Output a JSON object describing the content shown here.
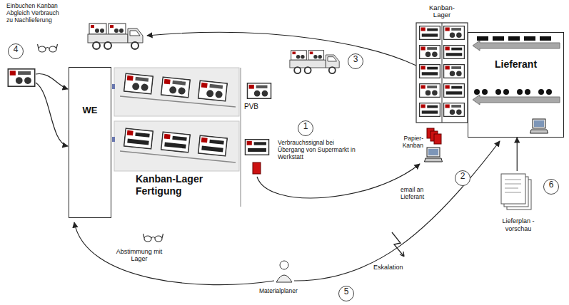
{
  "diagram": {
    "nodes": [
      {
        "text": [
          "WE"
        ]
      },
      {
        "text": [
          "Kanban-Lager Fertigung"
        ]
      },
      {
        "text": [
          "Kanban- Lager"
        ]
      },
      {
        "text": [
          "Lieferant"
        ]
      },
      {
        "text": [
          "Lieferplan - vorschau"
        ]
      }
    ],
    "edges": [
      {
        "from": 4,
        "to": 3,
        "arrow": "to"
      }
    ],
    "labels": [
      "Einbuchen Kanban Abgleich Verbrauch zu Nachlieferung",
      "4",
      "3",
      "PVB",
      "1",
      "Verbrauchssignal bei Übergang von Supermarkt in Werkstatt",
      "Papier- Kanban",
      "2",
      "email an Lieferant",
      "6",
      "Abstimmung mit Lager",
      "Eskalation",
      "Materialplaner",
      "5"
    ]
  }
}
